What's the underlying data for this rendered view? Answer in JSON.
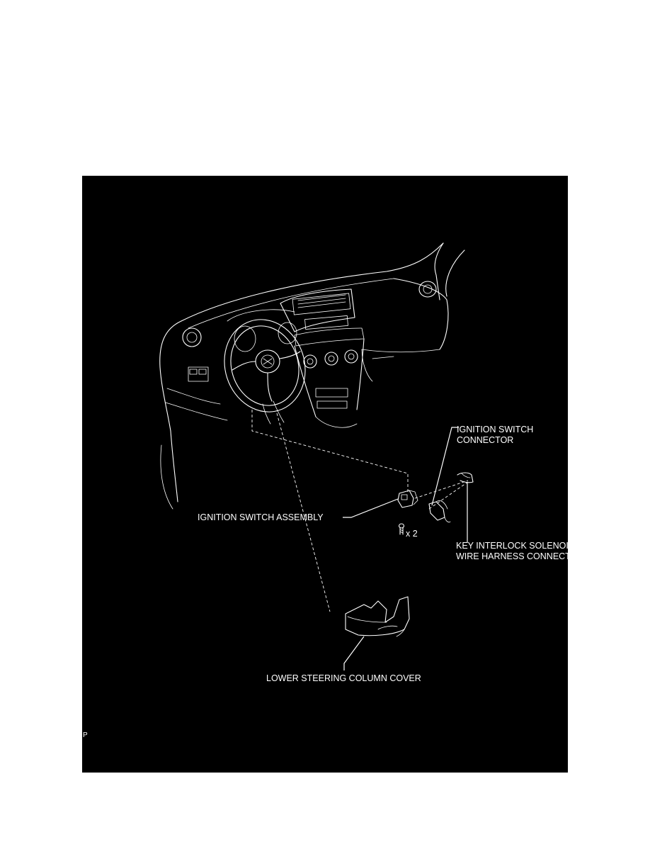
{
  "labels": {
    "ignition_switch_connector_line1": "IGNITION SWITCH",
    "ignition_switch_connector_line2": "CONNECTOR",
    "ignition_switch_assembly": "IGNITION SWITCH ASSEMBLY",
    "screw_count": "x 2",
    "key_interlock_line1": "KEY INTERLOCK SOLENOID",
    "key_interlock_line2": "WIRE HARNESS CONNECTOR",
    "lower_steering_column_cover": "LOWER STEERING COLUMN COVER",
    "corner_mark": "P"
  },
  "colors": {
    "figure_background": "#000000",
    "linework": "#ffffff",
    "page_background": "#ffffff"
  }
}
